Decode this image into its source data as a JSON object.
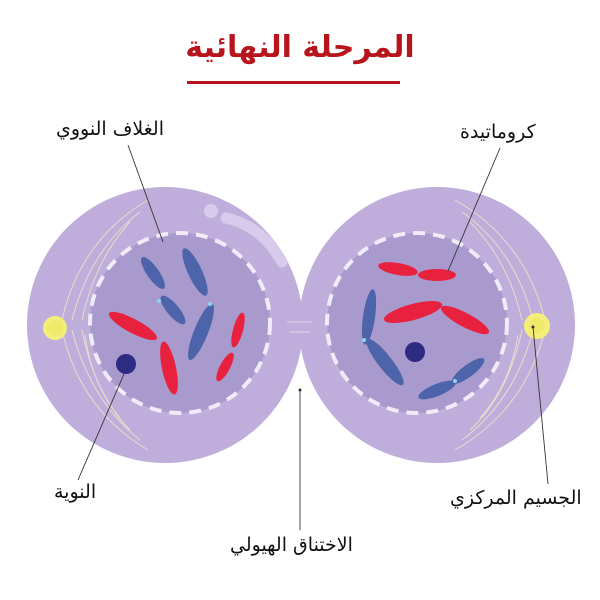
{
  "title": {
    "text": "المرحلة النهائية",
    "color": "#b8141c",
    "underline_color": "#b8141c"
  },
  "labels": {
    "nuclear_envelope": "الغلاف النووي",
    "chromatid": "كروماتيدة",
    "nucleolus": "النوية",
    "centrosome": "الجسيم المركزي",
    "cleavage_furrow": "الاختناق الهيولي"
  },
  "colors": {
    "cytoplasm": "#bfaedb",
    "cytoplasm_edge": "#b2a0d2",
    "nucleus": "#a89acd",
    "nuclear_envelope_dash": "#f1eaf8",
    "chromosome_red": "#e8213f",
    "chromosome_blue": "#4d64ab",
    "centromere": "#8fd3f2",
    "nucleolus": "#2d2b82",
    "centrosome": "#f4ef7a",
    "centrosome_glow": "#fbf8b8",
    "spindle_fibers": "#efe2c8",
    "leader_line": "#333333",
    "highlight": "#d8cdec"
  }
}
